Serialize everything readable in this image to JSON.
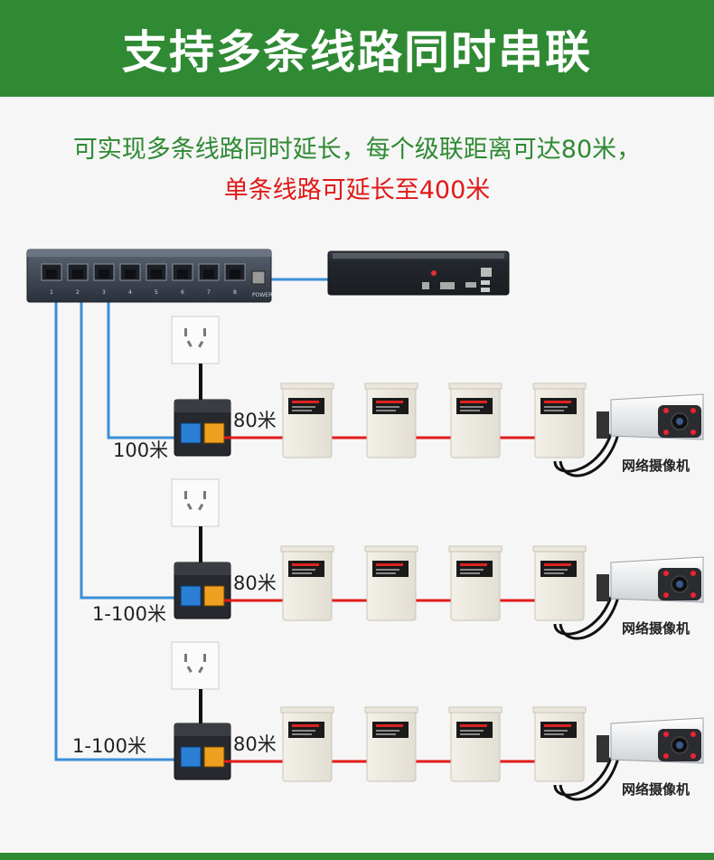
{
  "header": {
    "title": "支持多条线路同时串联"
  },
  "subtitle": {
    "line1": "可实现多条线路同时延长，每个级联距离可达80米，",
    "line2": "单条线路可延长至400米"
  },
  "switch": {
    "port_numbers": [
      "1",
      "2",
      "3",
      "4",
      "5",
      "6",
      "7",
      "8"
    ],
    "power_label": "POWER"
  },
  "rows": [
    {
      "left_distance": "100米",
      "segment_distance": "80米",
      "camera_label": "网络摄像机"
    },
    {
      "left_distance": "1-100米",
      "segment_distance": "80米",
      "camera_label": "网络摄像机"
    },
    {
      "left_distance": "1-100米",
      "segment_distance": "80米",
      "camera_label": "网络摄像机"
    }
  ],
  "colors": {
    "banner": "#2f8a33",
    "highlight": "#e01919",
    "blue_cable": "#3a8fd8",
    "red_cable": "#e31b1b"
  }
}
